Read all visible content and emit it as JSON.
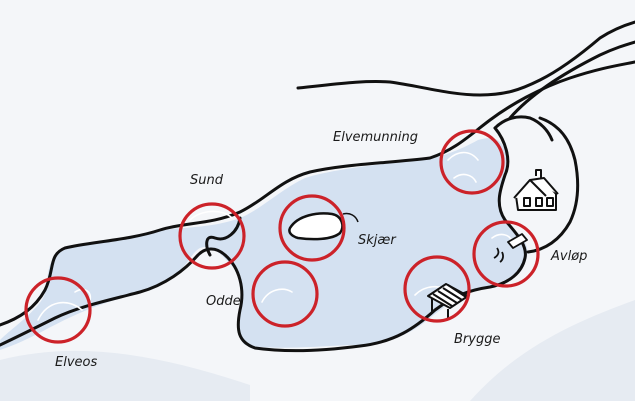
{
  "map": {
    "colors": {
      "background": "#f4f6f9",
      "snow_shadow": "#e6ebf2",
      "water": "#d4e1f1",
      "shoreline": "#111111",
      "marker_ring": "#cc2229",
      "ice_swirl": "#ffffff"
    },
    "places": [
      {
        "id": "elveos",
        "label": "Elveos"
      },
      {
        "id": "sund",
        "label": "Sund"
      },
      {
        "id": "odde",
        "label": "Odde"
      },
      {
        "id": "skjaer",
        "label": "Skjær"
      },
      {
        "id": "elvemunning",
        "label": "Elvemunning"
      },
      {
        "id": "avlop",
        "label": "Avløp"
      },
      {
        "id": "brygge",
        "label": "Brygge"
      }
    ],
    "icons": [
      "house-icon",
      "dock-icon",
      "drain-pipe-icon",
      "rock-icon"
    ]
  }
}
